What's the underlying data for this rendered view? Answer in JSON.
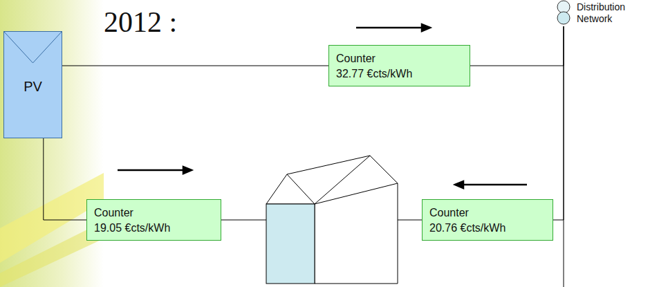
{
  "diagram": {
    "title": "2012 :",
    "nodes": [
      {
        "text": [
          "PV"
        ]
      },
      {
        "text": [
          "Counter",
          "32.77 €cts/kWh"
        ]
      },
      {
        "text": [
          "Counter",
          "19.05 €cts/kWh"
        ]
      },
      {
        "text": [
          "Counter",
          "20.76 €cts/kWh"
        ]
      },
      {
        "text": [
          "Distribution Network"
        ]
      }
    ],
    "edges": [
      {
        "from": 0,
        "to": 1,
        "arrow": "none"
      },
      {
        "from": 1,
        "to": 4,
        "arrow": "none"
      },
      {
        "from": 0,
        "to": 2,
        "arrow": "none"
      },
      {
        "from": 2,
        "to": 3,
        "arrow": "none"
      },
      {
        "from": 3,
        "to": 4,
        "arrow": "none"
      }
    ]
  }
}
